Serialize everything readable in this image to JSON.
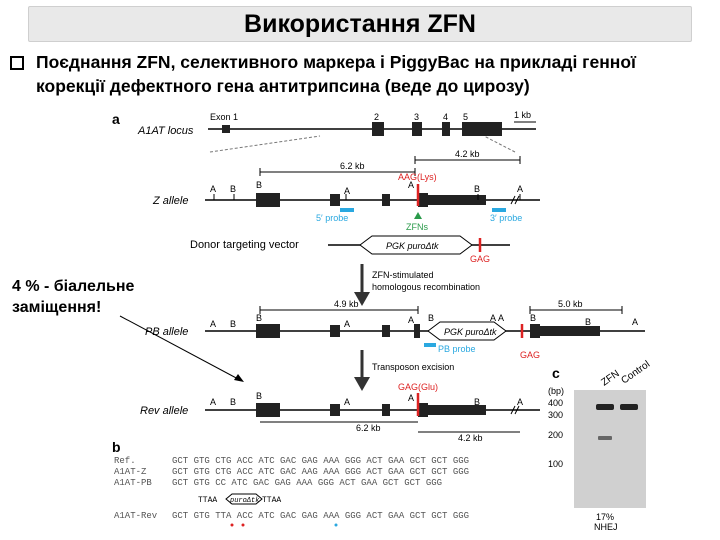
{
  "title": "Використання ZFN",
  "subtitle": "Поєднання ZFN, селективного маркера і PiggyBac на прикладі генної корекції дефектного гена антитрипсина (веде до цирозу)",
  "note_line1": "4 % - біалельне",
  "note_line2": "заміщення!",
  "panel_a": {
    "label": "a",
    "locus_label": "A1AT locus",
    "exon1": "Exon 1",
    "exons": [
      "2",
      "3",
      "4",
      "5"
    ],
    "scale": "1 kb",
    "dist_6_2": "6.2 kb",
    "dist_4_2": "4.2 kb",
    "z_allele": "Z allele",
    "aag_lys": "AAG(Lys)",
    "probe5": "5′ probe",
    "probe3": "3′ probe",
    "zfns": "ZFNs",
    "donor": "Donor targeting vector",
    "puro": "PGK puroΔtk",
    "gag": "GAG",
    "zfn_stim_1": "ZFN-stimulated",
    "zfn_stim_2": "homologous recombination",
    "dist_4_9": "4.9 kb",
    "dist_5_0": "5.0 kb",
    "pb_allele": "PB allele",
    "pb_probe": "PB probe",
    "transposon": "Transposon excision",
    "gag_glu": "GAG(Glu)",
    "rev_allele": "Rev allele",
    "A": "A",
    "B": "B"
  },
  "panel_b": {
    "label": "b",
    "rows": [
      {
        "name": "Ref.",
        "seq": "GCT GTG CTG ACC ATC GAC GAG AAA GGG ACT GAA GCT GCT GGG"
      },
      {
        "name": "A1AT-Z",
        "seq": "GCT GTG CTG ACC ATC GAC AAG AAA GGG ACT GAA GCT GCT GGG"
      },
      {
        "name": "A1AT-PB",
        "seq": "GCT GTG          CC ATC GAC GAG AAA GGG ACT GAA GCT GCT GGG"
      },
      {
        "name": "A1AT-Rev",
        "seq": "GCT GTG TTA ACC ATC GAC GAG AAA GGG ACT GAA GCT GCT GGG"
      }
    ],
    "ttaa_left": "TTAA",
    "ttaa_right": "TTAA",
    "puro_small": "puroΔtk"
  },
  "panel_c": {
    "label": "c",
    "bp": "(bp)",
    "markers": [
      "400",
      "300",
      "200",
      "100"
    ],
    "lane1": "ZFN",
    "lane2": "Control",
    "pct": "17%",
    "nhej": "NHEJ"
  }
}
